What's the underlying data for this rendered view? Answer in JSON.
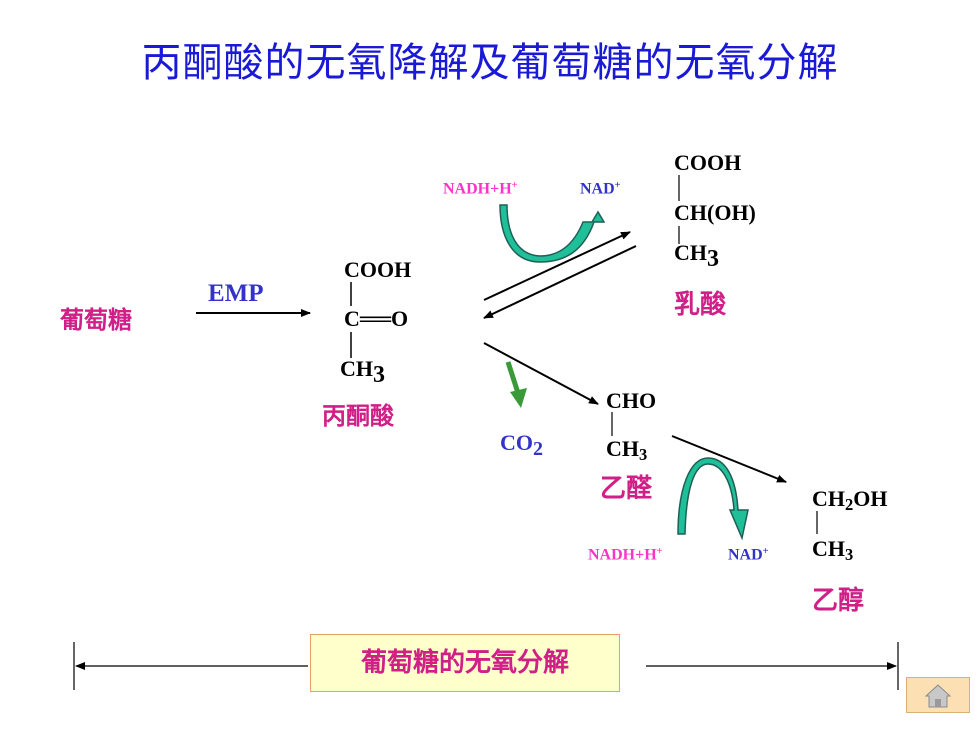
{
  "title": "丙酮酸的无氧降解及葡萄糖的无氧分解",
  "glucose": "葡萄糖",
  "emp": "EMP",
  "pyruvate": {
    "c1": "COOH",
    "c2": "C══O",
    "c3": "CH",
    "c3_sub": "3",
    "name": "丙酮酸"
  },
  "lactate_branch": {
    "nadh": "NADH+H",
    "nadh_sup": "+",
    "nad": "NAD",
    "nad_sup": "+",
    "c1": "COOH",
    "c2": "CH(OH)",
    "c3": "CH",
    "c3_sub": "3",
    "name": "乳酸"
  },
  "co2": {
    "text": "CO",
    "sub": "2"
  },
  "acetaldehyde": {
    "c1": "CHO",
    "c2": "CH",
    "c2_sub": "3",
    "name": "乙醛"
  },
  "ethanol_branch": {
    "nadh": "NADH+H",
    "nadh_sup": "+",
    "nad": "NAD",
    "nad_sup": "+",
    "c1": "CH",
    "c1_sub": "2",
    "c1_tail": "OH",
    "c2": "CH",
    "c2_sub": "3",
    "name": "乙醇"
  },
  "bottom_label": "葡萄糖的无氧分解",
  "home_icon": "home-icon",
  "colors": {
    "title": "#1a1ad6",
    "compound_name": "#d01f86",
    "cofactor_nadh": "#ff33cc",
    "cofactor_nad": "#3333cc",
    "co2": "#3333cc",
    "curved_arrow_fill": "#1fbf9a",
    "co2_arrow": "#3a9a3a"
  }
}
